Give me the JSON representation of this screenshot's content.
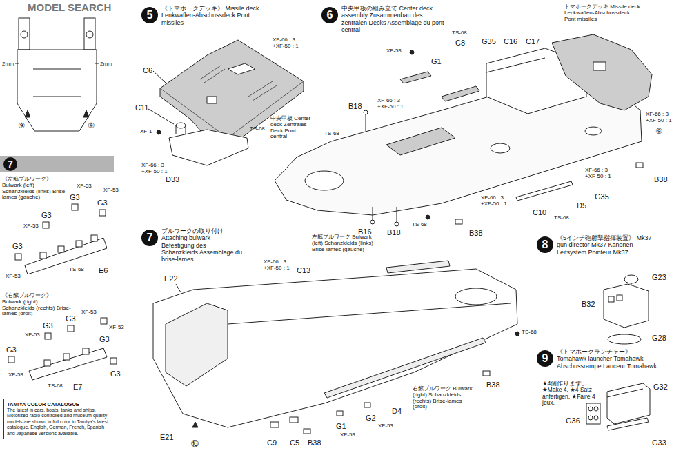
{
  "diagram": {
    "nodes": [
      {
        "text": [
          "5",
          "《トマホークデッキ》 Missile deck Lenkwaffen-Abschussdeck Pont missiles"
        ]
      },
      {
        "text": [
          "6",
          "中央甲板の組み立て Center deck assembly Zusammenbau des zentralen Decks Assemblage du pont central"
        ]
      },
      {
        "text": [
          "7"
        ]
      },
      {
        "text": [
          "7",
          "ブルワークの取り付け Attaching bulwark Befestigung des Schanzkleids Assemblage du brise-lames"
        ]
      },
      {
        "text": [
          "8",
          "《5インチ砲射撃指揮装置》 Mk37 gun director Mk37 Kanonen-Leitsystem Pointeur Mk37"
        ]
      },
      {
        "text": [
          "9",
          "《トマホークランチャー》 Tomahawk launcher Tomahawk Abschussrampe Lanceur Tomahawk"
        ]
      },
      {
        "text": [
          "TAMIYA COLOR CATALOGUE",
          "The latest in cars, boats, tanks and ships. Motorized radio controlled and museum quality models are shown in full color in Tamiya's latest catalogue. English, German, French, Spanish and Japanese versions available."
        ]
      }
    ],
    "labels": [
      "MODEL SEARCH",
      "2mm",
      "2mm",
      "⑨",
      "⑨",
      "C6",
      "XF-66 : 3 +XF-50 : 1",
      "C11",
      "XF-1",
      "TS-68",
      "XF-66 : 3 +XF-50 : 1",
      "D33",
      "TS-68",
      "C8",
      "XF-53",
      "G1",
      "G35",
      "C16",
      "C17",
      "トマホークデッキ Missile deck Lenkwaffen-Abschussdeck Pont missiles",
      "B18",
      "XF-66 : 3 +XF-50 : 1",
      "TS-68",
      "中央甲板 Center deck Zentrales Deck Pont central",
      "XF-66 : 3 +XF-50 : 1",
      "⑨",
      "XF-66 : 3 +XF-50 : 1",
      "B38",
      "G35",
      "D5",
      "XF-66 : 3 +XF-50 : 1",
      "C10",
      "TS-68",
      "B16",
      "B18",
      "TS-68",
      "B38",
      "《左舷ブルワーク》 Bulwark (left) Schanzkleids (links) Brise-lames (gauche)",
      "XF-53",
      "G3",
      "XF-53",
      "G3",
      "G3",
      "XF-53",
      "G3",
      "XF-53",
      "TS-68",
      "E6",
      "《右舷ブルワーク》 Bulwark (right) Schanzkleids (rechts) Brise-lames (droit)",
      "XF-53",
      "G3",
      "G3",
      "XF-53",
      "XF-53",
      "G3",
      "G3",
      "G3",
      "XF-53",
      "TS-68",
      "E7",
      "E22",
      "XF-66 : 3 +XF-50 : 1",
      "C13",
      "左舷ブルワーク Bulwark (left) Schanzkleids (links) Brise-lames (gauche)",
      "TS-68",
      "B38",
      "右舷ブルワーク Bulwark (right) Schanzkleids (rechts) Brise-lames (droit)",
      "D4",
      "G2",
      "XF-53",
      "G1",
      "XF-53",
      "B38",
      "C5",
      "C9",
      "E21",
      "⑯",
      "G23",
      "B32",
      "G28",
      "★4個作ります。 ★Make 4. ★4 Satz anfertigen. ★Faire 4 jeux.",
      "G32",
      "G36",
      "G33"
    ]
  }
}
